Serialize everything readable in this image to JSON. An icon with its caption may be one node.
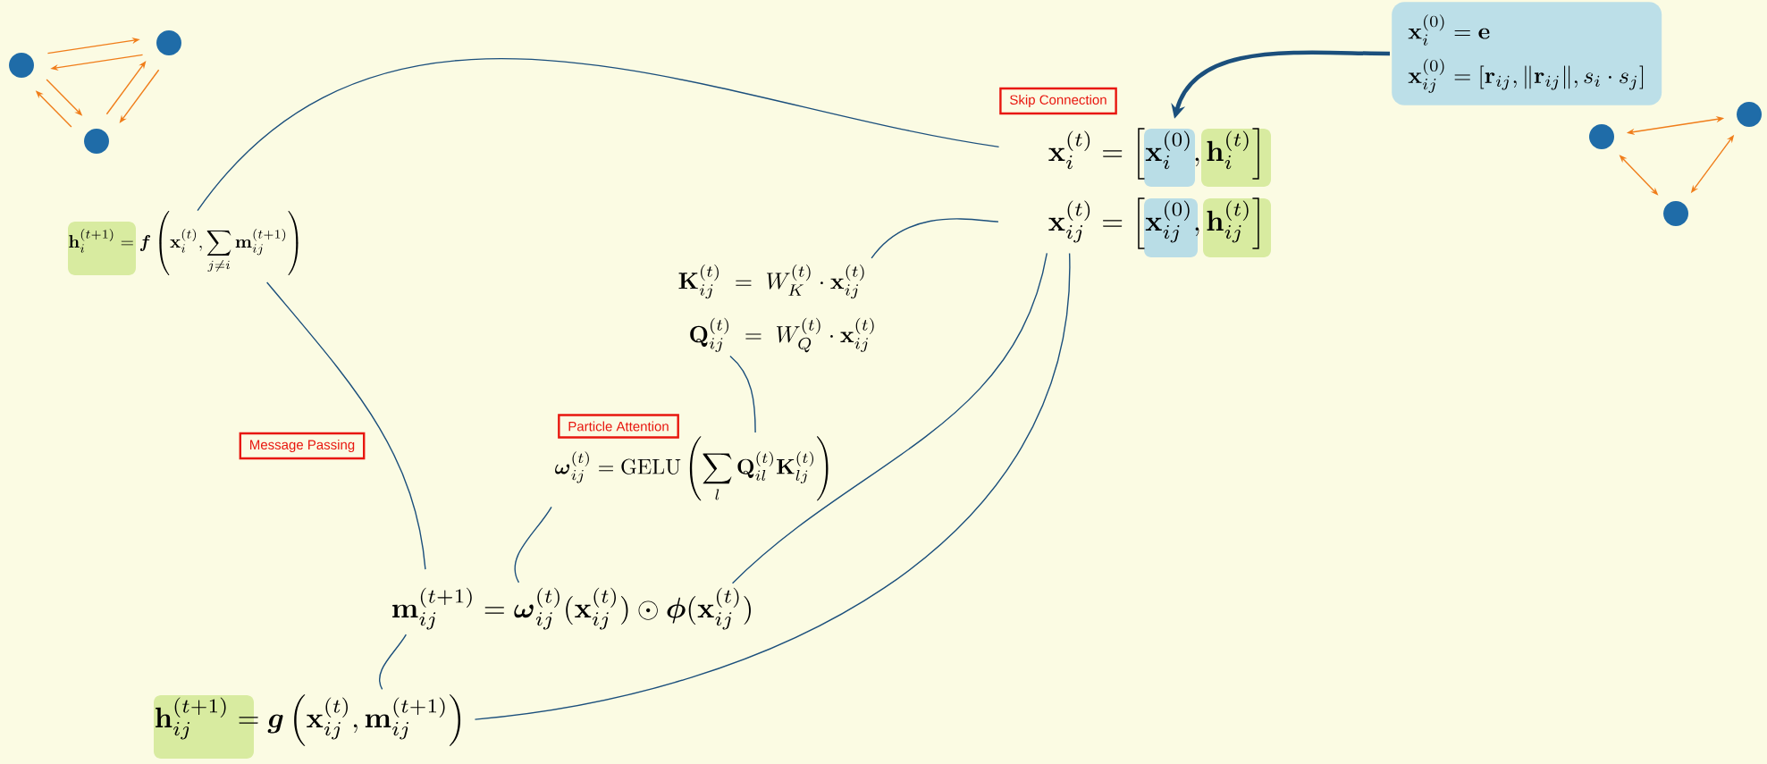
{
  "diagram": {
    "nodes": [
      {
        "text": [],
        "shape": "circle"
      },
      {
        "text": [],
        "shape": "circle"
      },
      {
        "text": [],
        "shape": "circle"
      },
      {
        "text": [
          "\\mathbf{x}_i^{(0)} = \\mathbf{e}",
          "\\mathbf{x}_{ij}^{(0)} = [\\mathbf{r}_{ij}, \\|\\mathbf{r}_{ij}\\|, s_i \\cdot s_j]"
        ]
      },
      {
        "text": [
          "Skip Connection"
        ]
      },
      {
        "text": [
          "\\mathbf{x}_i^{(t)} = \\left[\\mathbf{x}_i^{(0)}, \\mathbf{h}_i^{(t)}\\right]"
        ]
      },
      {
        "text": [
          "\\mathbf{x}_{ij}^{(t)} = \\left[\\mathbf{x}_{ij}^{(0)}, \\mathbf{h}_{ij}^{(t)}\\right]"
        ]
      },
      {
        "text": [],
        "shape": "circle"
      },
      {
        "text": [],
        "shape": "circle"
      },
      {
        "text": [],
        "shape": "circle"
      },
      {
        "text": [
          "\\mathbf{h}_i^{(t+1)} = \\boldsymbol{f}\\left(\\mathbf{x}_i^{(t)}, \\sum_{j\\neq i}\\mathbf{m}_{ij}^{(t+1)}\\right)"
        ]
      },
      {
        "text": [
          "\\mathbf{K}_{ij}^{(t)} \\;=\\; W_K^{(t)} \\cdot \\mathbf{x}_{ij}^{(t)}"
        ]
      },
      {
        "text": [
          "\\mathbf{Q}_{ij}^{(t)} \\;=\\; W_Q^{(t)} \\cdot \\mathbf{x}_{ij}^{(t)}"
        ]
      },
      {
        "text": [
          "Message Passing"
        ]
      },
      {
        "text": [
          "Particle Attention"
        ]
      },
      {
        "text": [
          "\\boldsymbol{\\omega}_{ij}^{(t)} = \\mathrm{GELU}\\left(\\sum_l \\mathbf{Q}_{il}^{(t)}\\mathbf{K}_{lj}^{(t)}\\right)"
        ]
      },
      {
        "text": [
          "\\mathbf{m}_{ij}^{(t+1)} = \\boldsymbol{\\omega}_{ij}^{(t)}(\\mathbf{x}_{ij}^{(t)}) \\odot \\boldsymbol{\\phi}(\\mathbf{x}_{ij}^{(t)})"
        ]
      },
      {
        "text": [
          "\\mathbf{h}_{ij}^{(t+1)} = \\boldsymbol{g}\\left(\\mathbf{x}_{ij}^{(t)}, \\mathbf{m}_{ij}^{(t+1)}\\right)"
        ]
      }
    ],
    "edges": [
      {
        "from": 0,
        "to": 1,
        "arrow": "to",
        "color": "#f07d1a"
      },
      {
        "from": 1,
        "to": 0,
        "arrow": "to",
        "color": "#f07d1a"
      },
      {
        "from": 2,
        "to": 0,
        "arrow": "to",
        "color": "#f07d1a"
      },
      {
        "from": 0,
        "to": 2,
        "arrow": "to",
        "color": "#f07d1a"
      },
      {
        "from": 2,
        "to": 1,
        "arrow": "to",
        "color": "#f07d1a"
      },
      {
        "from": 1,
        "to": 2,
        "arrow": "to",
        "color": "#f07d1a"
      },
      {
        "from": 7,
        "to": 8,
        "arrow": "both",
        "color": "#f07d1a"
      },
      {
        "from": 7,
        "to": 9,
        "arrow": "both",
        "color": "#f07d1a"
      },
      {
        "from": 9,
        "to": 8,
        "arrow": "both",
        "color": "#f07d1a"
      },
      {
        "from": 3,
        "to": 5,
        "arrow": "to",
        "style": "thick",
        "color": "#1b4f7c"
      },
      {
        "from": 10,
        "to": 5,
        "arrow": "none",
        "color": "#1b4f7c"
      },
      {
        "from": 10,
        "to": 16,
        "arrow": "none",
        "color": "#1b4f7c"
      },
      {
        "from": 6,
        "to": 11,
        "arrow": "none",
        "color": "#1b4f7c"
      },
      {
        "from": 6,
        "to": 16,
        "arrow": "none",
        "color": "#1b4f7c"
      },
      {
        "from": 6,
        "to": 17,
        "arrow": "none",
        "color": "#1b4f7c"
      },
      {
        "from": 12,
        "to": 15,
        "arrow": "none",
        "color": "#1b4f7c"
      },
      {
        "from": 15,
        "to": 16,
        "arrow": "none",
        "color": "#1b4f7c"
      },
      {
        "from": 16,
        "to": 17,
        "arrow": "none",
        "color": "#1b4f7c"
      }
    ]
  }
}
